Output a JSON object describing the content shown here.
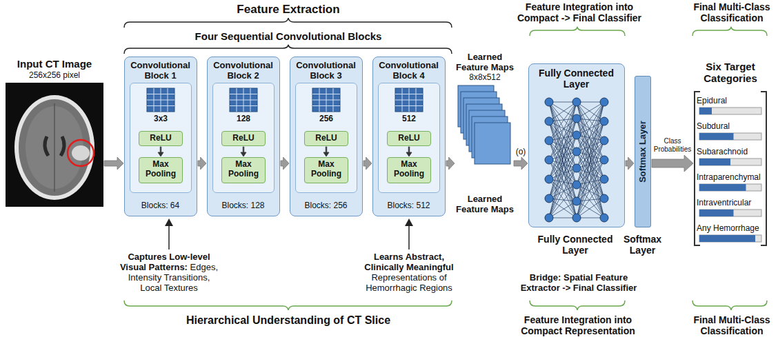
{
  "diagram": {
    "nodes": [
      {
        "text": [
          "Input CT Image",
          "256x256 pixel"
        ]
      },
      {
        "text": [
          "Convolutional Block 1",
          "Blocks: 64"
        ]
      },
      {
        "text": [
          "3x3"
        ],
        "in": 1
      },
      {
        "text": [
          "ReLU"
        ],
        "in": 2
      },
      {
        "text": [
          "Max Pooling"
        ],
        "in": 2
      },
      {
        "text": [
          "Convolutional Block 2",
          "Blocks: 128"
        ]
      },
      {
        "text": [
          "128"
        ],
        "in": 5
      },
      {
        "text": [
          "ReLU"
        ],
        "in": 6
      },
      {
        "text": [
          "Max Pooling"
        ],
        "in": 6
      },
      {
        "text": [
          "Convolutional Block 3",
          "Blocks: 256"
        ]
      },
      {
        "text": [
          "256"
        ],
        "in": 9
      },
      {
        "text": [
          "ReLU"
        ],
        "in": 10
      },
      {
        "text": [
          "Max Pooling"
        ],
        "in": 10
      },
      {
        "text": [
          "Convolutional Block 4",
          "Blocks: 512"
        ]
      },
      {
        "text": [
          "512"
        ],
        "in": 13
      },
      {
        "text": [
          "ReLU"
        ],
        "in": 14
      },
      {
        "text": [
          "Max Pooling"
        ],
        "in": 14
      },
      {
        "text": [
          "Learned Feature Maps",
          "8x8x512",
          "Learned Feature Maps"
        ]
      },
      {
        "text": [
          "Fully Connected Layer",
          "Fully Connected Layer"
        ]
      },
      {
        "text": [
          "Softmax Layer",
          "Softmax Layer"
        ]
      },
      {
        "text": [
          "Six Target Categories",
          "Epidural",
          "Subdural",
          "Subarachnoid",
          "Intraparenchymal",
          "Intraventricular",
          "Any Hemorrhage"
        ]
      }
    ],
    "edges": [
      {
        "from": 0,
        "to": 1,
        "arrow": "to"
      },
      {
        "from": 3,
        "to": 4,
        "arrow": "to"
      },
      {
        "from": 1,
        "to": 5,
        "arrow": "to"
      },
      {
        "from": 7,
        "to": 8,
        "arrow": "to"
      },
      {
        "from": 5,
        "to": 9,
        "arrow": "to"
      },
      {
        "from": 11,
        "to": 12,
        "arrow": "to"
      },
      {
        "from": 9,
        "to": 13,
        "arrow": "to"
      },
      {
        "from": 15,
        "to": 16,
        "arrow": "to"
      },
      {
        "from": 13,
        "to": 17,
        "arrow": "to"
      },
      {
        "from": 17,
        "to": 18,
        "label": "(o)",
        "arrow": "to"
      },
      {
        "from": 18,
        "to": 19,
        "arrow": "to"
      },
      {
        "from": 19,
        "to": 20,
        "label": "Class Probabilities",
        "arrow": "to"
      }
    ],
    "labels": [
      "Feature Extraction",
      "Feature Integration into Compact -> Final Classifier",
      "Final Multi-Class Classification",
      "Four Sequential Convolutional Blocks",
      "Captures Low-level Visual Patterns:",
      "Edges, Intensity Transitions, Local Textures",
      "Learns Abstract, Clinically Meaningful",
      "Representations of Hemorrhagic Regions",
      "Bridge: Spatial Feature Extractor -> Final Classifier",
      "Hierarchical Understanding of CT Slice",
      "Feature Integration into Compact Representation",
      "Final Multi-Class Classification"
    ]
  }
}
